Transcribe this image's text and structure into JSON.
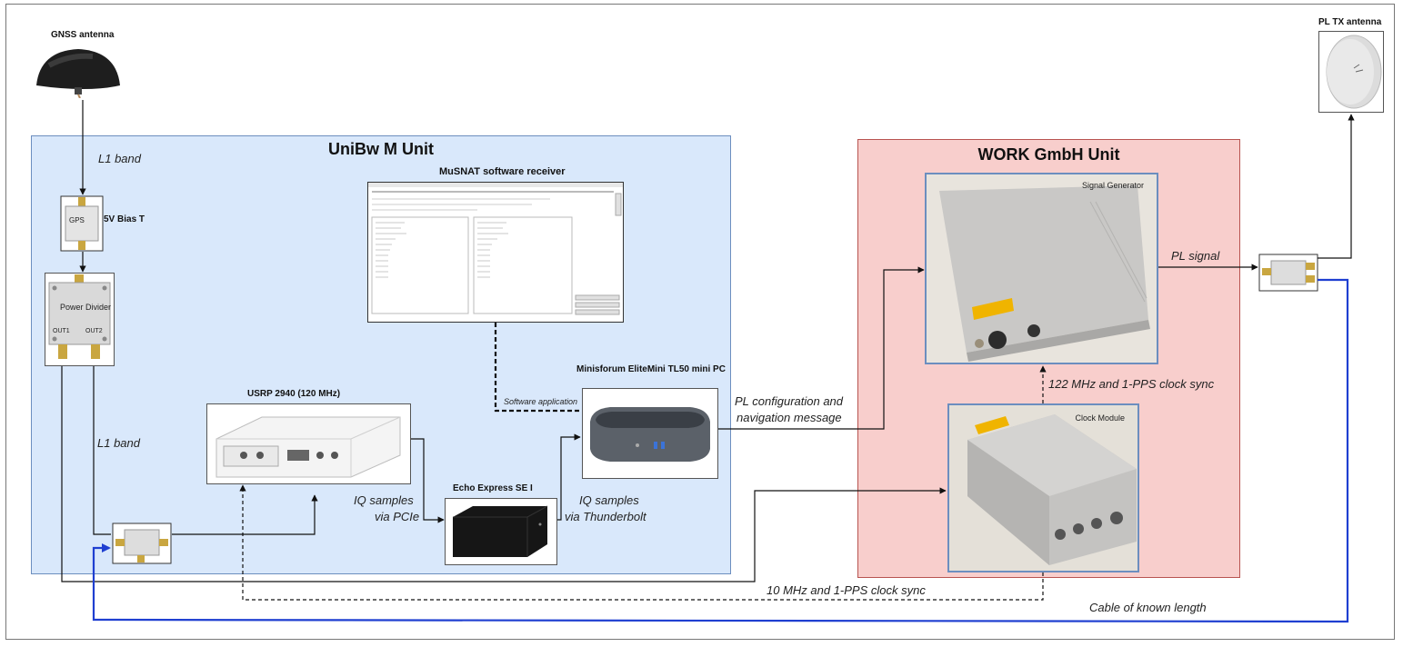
{
  "regions": {
    "unibw_title": "UniBw M Unit",
    "work_title": "WORK GmbH Unit"
  },
  "devices": {
    "gnss_antenna": "GNSS antenna",
    "bias_t": "5V Bias T",
    "pl_tx_antenna": "PL TX antenna",
    "musnat": "MuSNAT software receiver",
    "usrp": "USRP 2940 (120 MHz)",
    "echo": "Echo Express SE I",
    "minipc": "Minisforum EliteMini TL50 mini PC",
    "signal_generator": "Signal Generator",
    "clock_module": "Clock Module",
    "power_divider": "Power Divider",
    "splitter_out1": "OUT1",
    "splitter_out2": "OUT2"
  },
  "edges": {
    "l1_band_top": "L1 band",
    "l1_band_mid": "L1 band",
    "iq_pcie_1": "IQ samples",
    "iq_pcie_2": "via PCIe",
    "iq_tb_1": "IQ samples",
    "iq_tb_2": "via Thunderbolt",
    "software_application": "Software application",
    "pl_config_1": "PL configuration and",
    "pl_config_2": "navigation message",
    "pl_signal": "PL signal",
    "clock_122": "122 MHz and 1-PPS clock sync",
    "clock_10": "10 MHz and 1-PPS clock sync",
    "cable_known": "Cable of known length"
  },
  "colors": {
    "unibw_fill": "#d9e8fb",
    "work_fill": "#f8cecc",
    "cable_blue": "#1f3fd1",
    "wire": "#111111"
  }
}
